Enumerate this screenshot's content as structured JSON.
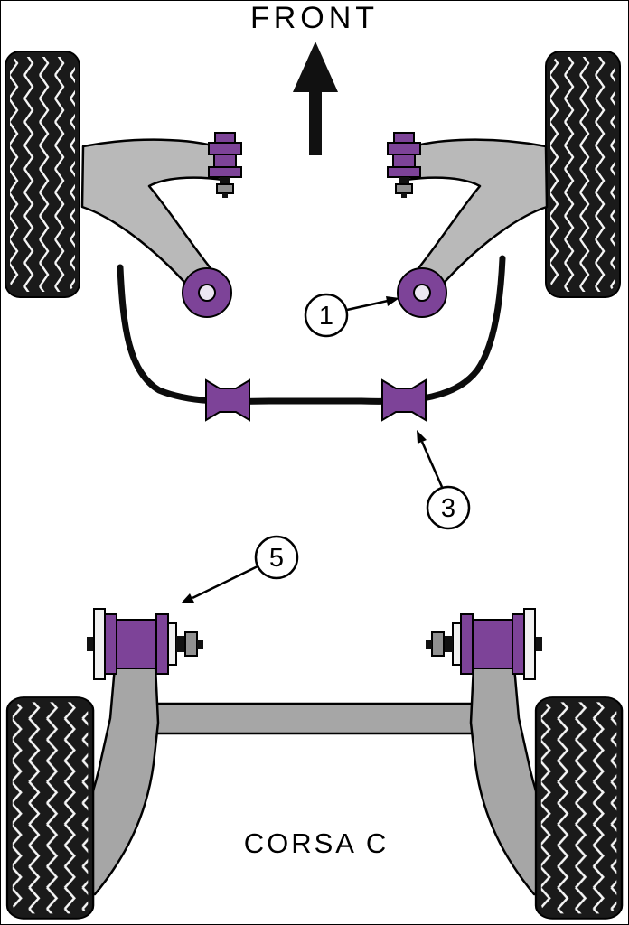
{
  "diagram": {
    "title": "FRONT",
    "model_label": "CORSA C",
    "callouts": [
      {
        "number": "1"
      },
      {
        "number": "3"
      },
      {
        "number": "5"
      }
    ],
    "icons": {
      "front_direction": "up-arrow"
    },
    "colors": {
      "bush_purple": "#7d4398",
      "arm_gray": "#b9b9b9",
      "beam_gray": "#a6a6a6",
      "tire_black": "#1a1a1a",
      "background": "#ffffff",
      "outline": "#000000"
    }
  }
}
